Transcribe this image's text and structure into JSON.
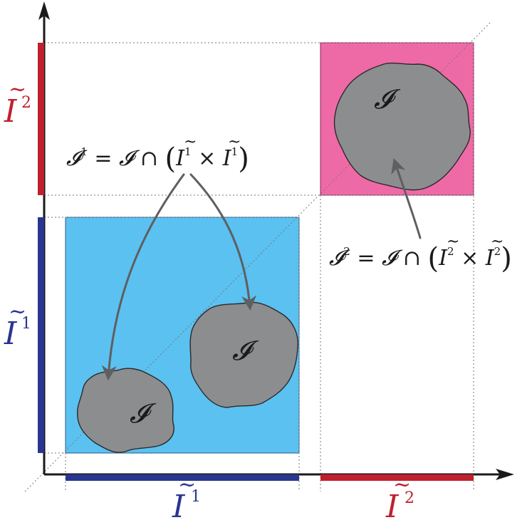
{
  "colors": {
    "axis": "#1a1a1a",
    "blue_interval": "#2a3590",
    "red_interval": "#c0202e",
    "blue_box": "#5bc1f0",
    "pink_box": "#ee6aa6",
    "set_fill": "#8c8d8f",
    "set_stroke": "#2a2a2a",
    "arrow": "#5e5f61",
    "guide": "#777777"
  },
  "axes": {
    "x_labels": [
      {
        "id": "x1",
        "base": "I",
        "tilde": "~",
        "sup": "1",
        "color": "blue_interval"
      },
      {
        "id": "x2",
        "base": "I",
        "tilde": "~",
        "sup": "2",
        "color": "red_interval"
      }
    ],
    "y_labels": [
      {
        "id": "y1",
        "base": "I",
        "tilde": "~",
        "sup": "1",
        "color": "blue_interval"
      },
      {
        "id": "y2",
        "base": "I",
        "tilde": "~",
        "sup": "2",
        "color": "red_interval"
      }
    ]
  },
  "sets": [
    {
      "id": "set-small",
      "label": "𝓘"
    },
    {
      "id": "set-medium",
      "label": "𝓘"
    },
    {
      "id": "set-top",
      "label": "𝓘"
    }
  ],
  "formulas": {
    "f1": {
      "lhs": "𝓘",
      "sup": "1",
      "eq": " = ",
      "set": "𝓘",
      "cap": " ∩ ",
      "lp": "(",
      "a": "I",
      "a_sup": "1",
      "times": " × ",
      "b": "I",
      "b_sup": "1",
      "rp": ")",
      "tilde": "~"
    },
    "f2": {
      "lhs": "𝓘",
      "sup": "2",
      "eq": " = ",
      "set": "𝓘",
      "cap": " ∩ ",
      "lp": "(",
      "a": "I",
      "a_sup": "2",
      "times": " × ",
      "b": "I",
      "b_sup": "2",
      "rp": ")",
      "tilde": "~"
    }
  }
}
